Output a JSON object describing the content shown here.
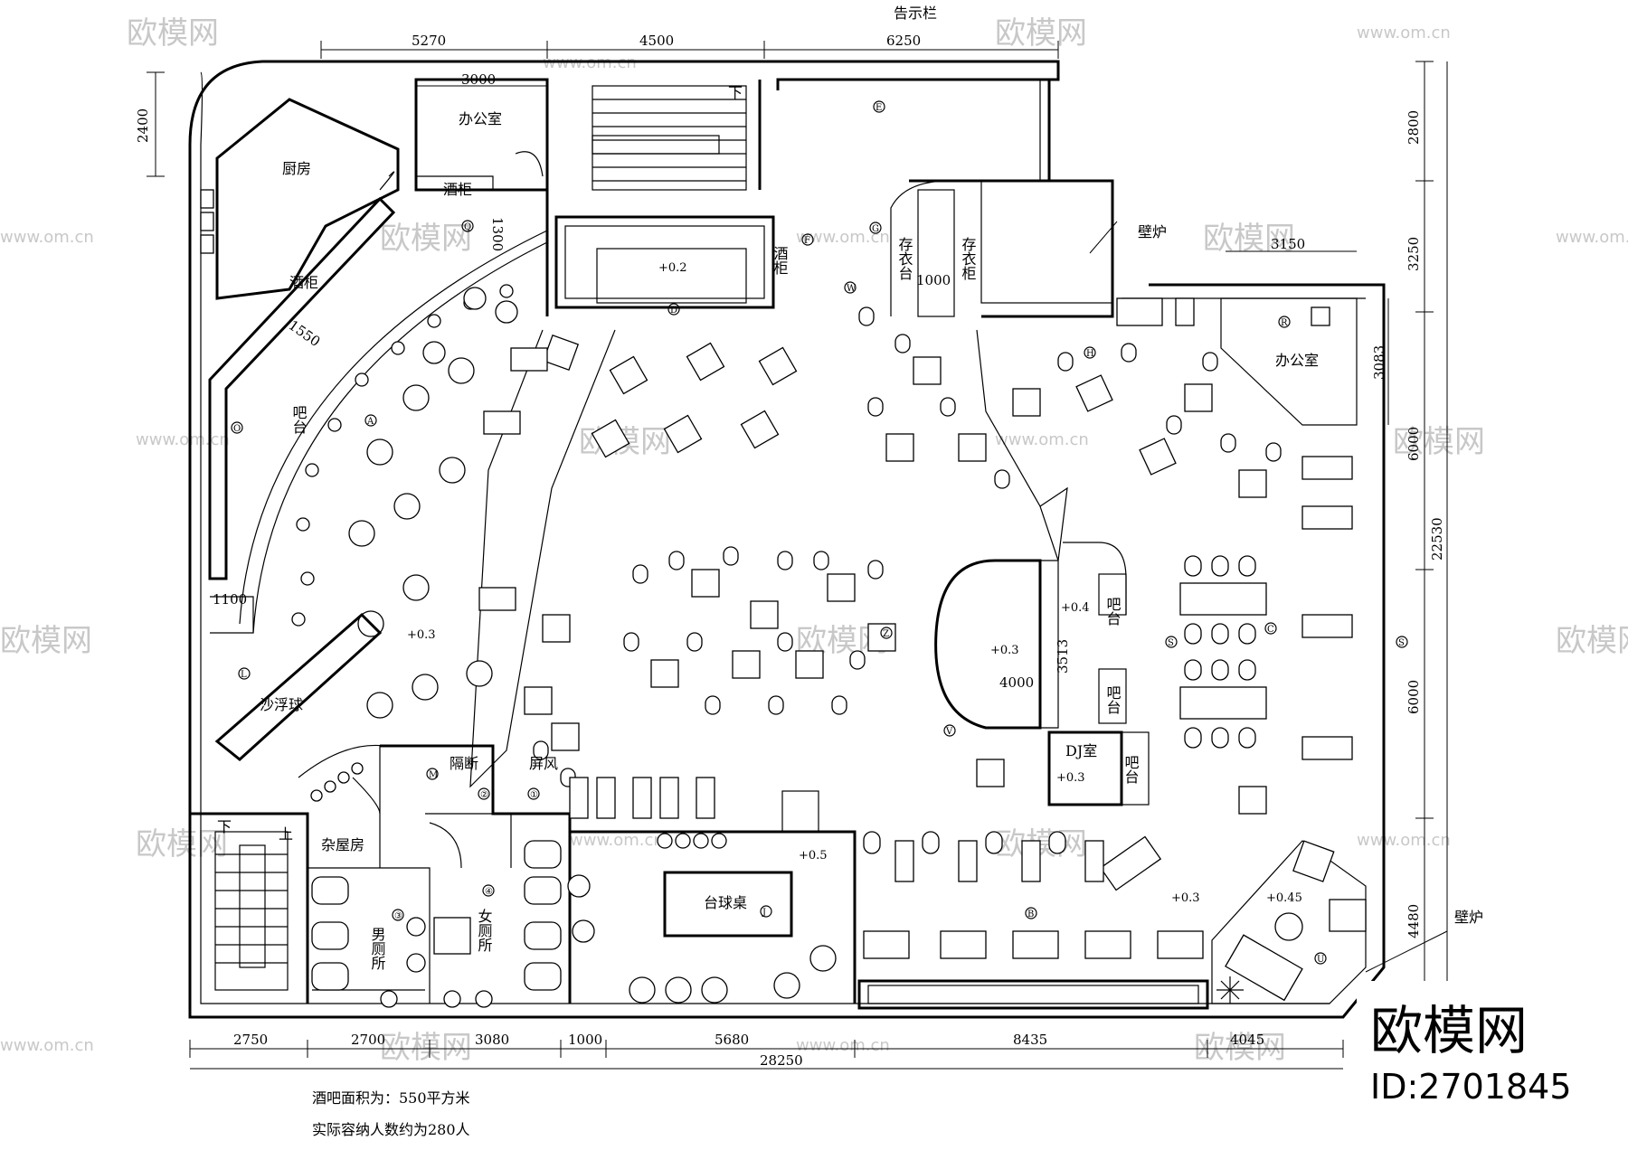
{
  "rooms": {
    "office1": "办公室",
    "kitchen": "厨房",
    "wine_cabinet1": "酒柜",
    "wine_cabinet2": "酒柜",
    "wine_cabinet3": "酒柜",
    "bar_counter": "吧台",
    "coat_counter": "存衣台",
    "coat_cabinet": "存衣柜",
    "fireplace1": "壁炉",
    "fireplace2": "壁炉",
    "office2": "办公室",
    "notice_board": "告示栏",
    "shuffleboard": "沙浮球",
    "partition": "隔断",
    "screen": "屏风",
    "storage": "杂屋房",
    "mens_toilet": "男厕所",
    "womens_toilet": "女厕所",
    "billiard_table": "台球桌",
    "dj_room": "DJ室",
    "bar_a": "吧台",
    "bar_b": "吧台",
    "bar_c": "吧台",
    "stairs_down1": "下",
    "stairs_up": "上",
    "stairs_down2": "下"
  },
  "levels": [
    "+0.2",
    "+0.3",
    "+0.4",
    "+0.3",
    "+0.3",
    "+0.5",
    "+0.3",
    "+0.45"
  ],
  "dimensions": {
    "top": [
      "5270",
      "4500",
      "6250"
    ],
    "top_inner": "3000",
    "left": "2400",
    "right": [
      "2800",
      "3250",
      "6000",
      "6000",
      "4480"
    ],
    "right_total": "22530",
    "bottom": [
      "2750",
      "2700",
      "3080",
      "1000",
      "5680",
      "8435",
      "4045"
    ],
    "bottom_total": "28250",
    "misc": [
      "1300",
      "1550",
      "1100",
      "1000",
      "3150",
      "3083",
      "3513",
      "4000"
    ]
  },
  "markers": [
    "A",
    "B",
    "C",
    "D",
    "E",
    "F",
    "G",
    "H",
    "J",
    "L",
    "M",
    "O",
    "Q",
    "R",
    "S",
    "S",
    "U",
    "V",
    "W",
    "Z",
    "①",
    "②",
    "③",
    "④"
  ],
  "notes": {
    "area": "酒吧面积为：550平方米",
    "capacity": "实际容纳人数约为280人"
  },
  "watermark": {
    "brand": "欧模网",
    "url": "www.om.cn",
    "id": "ID:2701845"
  }
}
